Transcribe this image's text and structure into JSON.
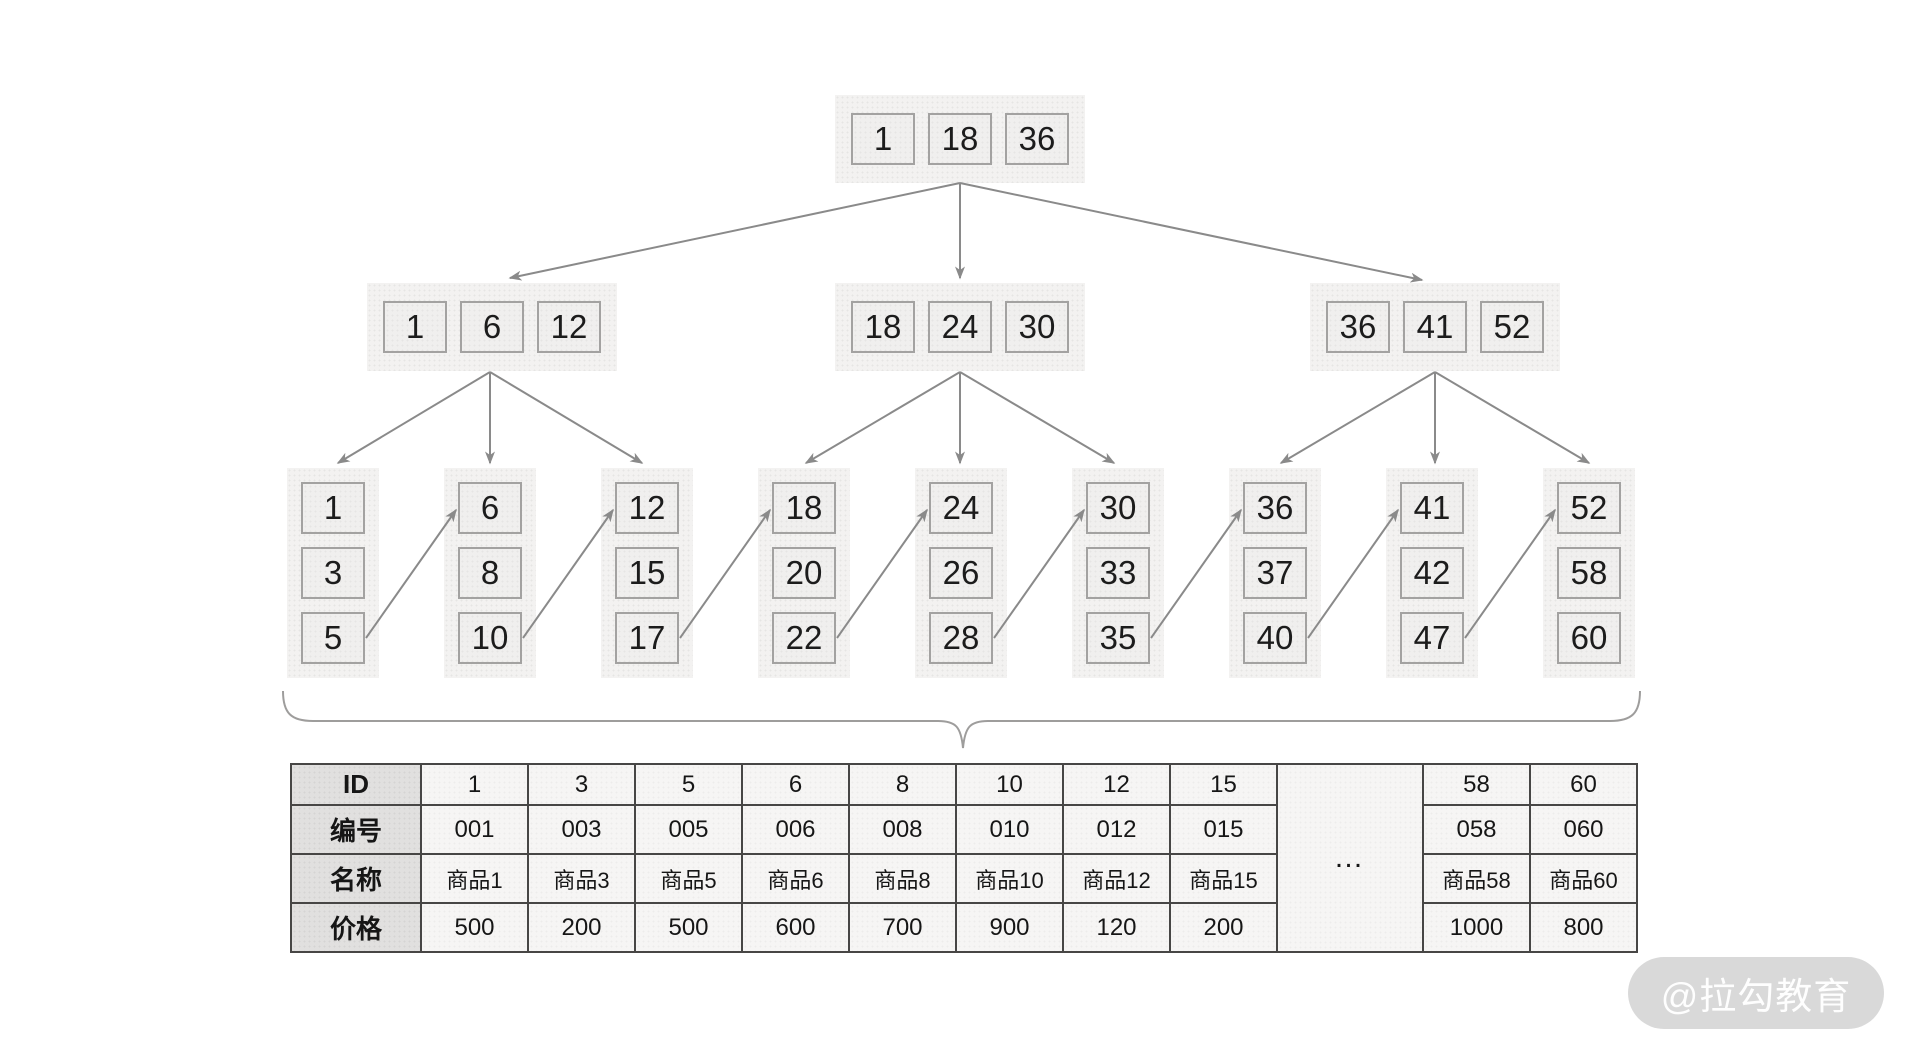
{
  "tree": {
    "root": {
      "keys": [
        "1",
        "18",
        "36"
      ]
    },
    "internal": [
      {
        "keys": [
          "1",
          "6",
          "12"
        ]
      },
      {
        "keys": [
          "18",
          "24",
          "30"
        ]
      },
      {
        "keys": [
          "36",
          "41",
          "52"
        ]
      }
    ],
    "leaves": [
      {
        "keys": [
          "1",
          "3",
          "5"
        ]
      },
      {
        "keys": [
          "6",
          "8",
          "10"
        ]
      },
      {
        "keys": [
          "12",
          "15",
          "17"
        ]
      },
      {
        "keys": [
          "18",
          "20",
          "22"
        ]
      },
      {
        "keys": [
          "24",
          "26",
          "28"
        ]
      },
      {
        "keys": [
          "30",
          "33",
          "35"
        ]
      },
      {
        "keys": [
          "36",
          "37",
          "40"
        ]
      },
      {
        "keys": [
          "41",
          "42",
          "47"
        ]
      },
      {
        "keys": [
          "52",
          "58",
          "60"
        ]
      }
    ]
  },
  "table": {
    "rows": [
      {
        "header": "ID",
        "cells": [
          "1",
          "3",
          "5",
          "6",
          "8",
          "10",
          "12",
          "15",
          "58",
          "60"
        ]
      },
      {
        "header": "编号",
        "cells": [
          "001",
          "003",
          "005",
          "006",
          "008",
          "010",
          "012",
          "015",
          "058",
          "060"
        ]
      },
      {
        "header": "名称",
        "cells": [
          "商品1",
          "商品3",
          "商品5",
          "商品6",
          "商品8",
          "商品10",
          "商品12",
          "商品15",
          "商品58",
          "商品60"
        ]
      },
      {
        "header": "价格",
        "cells": [
          "500",
          "200",
          "500",
          "600",
          "700",
          "900",
          "120",
          "200",
          "1000",
          "800"
        ]
      }
    ],
    "ellipsis": "…"
  },
  "watermark": {
    "label": "@拉勾教育"
  },
  "colors": {
    "arrow": "#8a8a8a",
    "brace": "#9e9d9c",
    "panel_bg": "#f3f2f1",
    "box_border": "#a3a2a1",
    "table_border": "#474645",
    "header_bg": "#e1e0df",
    "watermark_bg": "#d9d9d9"
  }
}
